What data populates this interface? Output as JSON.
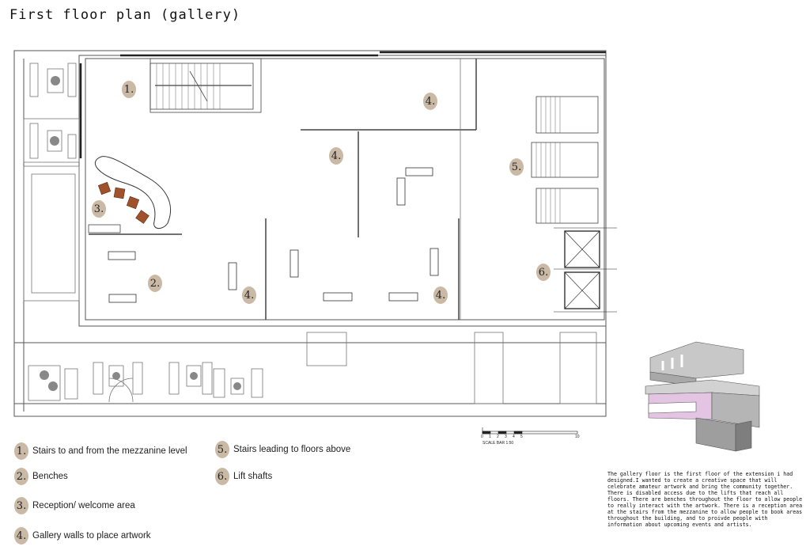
{
  "title": "First floor plan (gallery)",
  "legend": [
    {
      "num": "1.",
      "label": "Stairs to and from the mezzanine level"
    },
    {
      "num": "2.",
      "label": "Benches"
    },
    {
      "num": "3.",
      "label": "Reception/ welcome area"
    },
    {
      "num": "4.",
      "label": "Gallery walls to place artwork"
    },
    {
      "num": "5.",
      "label": "Stairs leading to floors above"
    },
    {
      "num": "6.",
      "label": "Lift shafts"
    }
  ],
  "plan_markers": {
    "m1": "1.",
    "m2": "2.",
    "m3": "3.",
    "m4": "4.",
    "m5": "5.",
    "m6": "6."
  },
  "scale_bar": {
    "ticks": [
      "0",
      "1",
      "2",
      "3",
      "4",
      "5",
      "10"
    ],
    "label": "SCALE BAR 1:50"
  },
  "description": "The gallery floor is the first floor of the extension i had designed.I wanted to create a creative space that will celebrate amateur artwork and bring the community together. There is disabled access due to the lifts that reach all floors. There are benches throughout the floor to allow people to really interact with the artwork. There is a reception area at the stairs from the mezzanine to allow people to book areas throughout the building, and to proivde people with information about upcoming events and artists.",
  "colors": {
    "marker": "#c9b9a5",
    "wall": "#333333",
    "line": "#777777",
    "furniture_accent": "#a0522d",
    "model_pink": "#e3c4e3"
  }
}
